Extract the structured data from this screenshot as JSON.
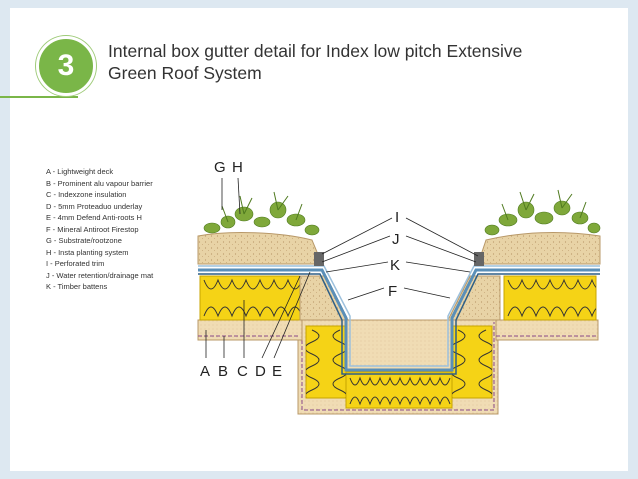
{
  "badge": {
    "number": "3"
  },
  "title": {
    "line1": "Internal box gutter detail for Index low pitch Extensive",
    "line2": "Green Roof System"
  },
  "legend": [
    "A - Lightweight deck",
    "B - Prominent alu vapour barrier",
    "C - Indexzone insulation",
    "D - 5mm Proteaduo underlay",
    "E - 4mm Defend Anti-roots H",
    "F - Mineral Antiroot Firestop",
    "G - Substrate/rootzone",
    "H - Insta planting system",
    "I  -  Perforated trim",
    "J -  Water retention/drainage mat",
    "K - Timber battens"
  ],
  "labels": {
    "G": "G",
    "H": "H",
    "I": "I",
    "J": "J",
    "K": "K",
    "F": "F",
    "A": "A",
    "B": "B",
    "C": "C",
    "D": "D",
    "E": "E"
  },
  "colors": {
    "accent": "#7ab648",
    "insulation": "#f5d316",
    "substrate": "#e8d3a6",
    "membrane": "#5a8fb8",
    "vapour": "#8a4a8a"
  }
}
